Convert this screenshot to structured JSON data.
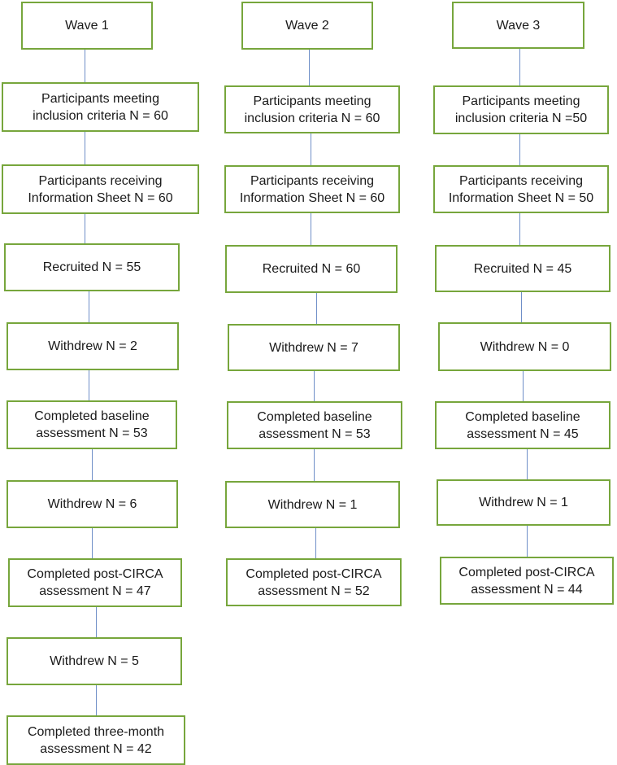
{
  "diagram": {
    "colors": {
      "box_border": "#77a63c",
      "connector": "#6f8fc8",
      "text": "#1a1a1a"
    },
    "columns": [
      {
        "id": "wave-1",
        "nodes": [
          "Wave 1",
          "Participants meeting\ninclusion criteria N = 60",
          "Participants receiving\nInformation Sheet N = 60",
          "Recruited N = 55",
          "Withdrew N = 2",
          "Completed baseline\nassessment N = 53",
          "Withdrew N = 6",
          "Completed post-CIRCA\nassessment N = 47",
          "Withdrew N = 5",
          "Completed three-month\nassessment N = 42"
        ]
      },
      {
        "id": "wave-2",
        "nodes": [
          "Wave 2",
          "Participants meeting\ninclusion criteria N = 60",
          "Participants receiving\nInformation Sheet N  = 60",
          "Recruited N = 60",
          "Withdrew N = 7",
          "Completed baseline\nassessment N = 53",
          "Withdrew N = 1",
          "Completed post-CIRCA\nassessment N = 52"
        ]
      },
      {
        "id": "wave-3",
        "nodes": [
          "Wave 3",
          "Participants meeting\ninclusion criteria N =50",
          "Participants receiving\nInformation Sheet N = 50",
          "Recruited N = 45",
          "Withdrew N = 0",
          "Completed baseline\nassessment N = 45",
          "Withdrew N = 1",
          "Completed post-CIRCA\nassessment N = 44"
        ]
      }
    ]
  }
}
